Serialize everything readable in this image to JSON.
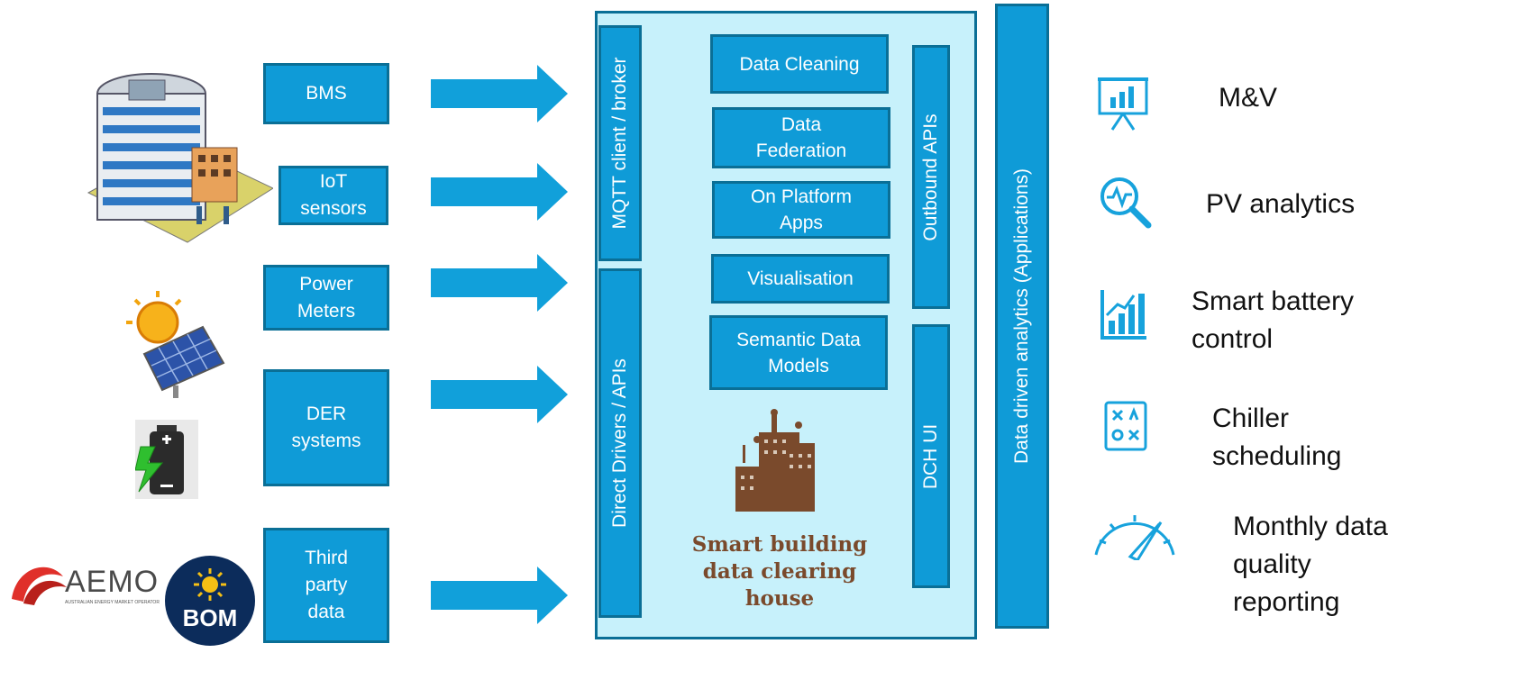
{
  "sources": [
    {
      "label": "BMS"
    },
    {
      "label": "IoT\nsensors"
    },
    {
      "label": "Power\nMeters"
    },
    {
      "label": "DER\nsystems"
    },
    {
      "label": "Third\nparty\ndata"
    }
  ],
  "logos": {
    "aemo": "AEMO",
    "aemo_sub": "AUSTRALIAN ENERGY MARKET OPERATOR",
    "bom": "BOM"
  },
  "platform": {
    "mqtt": "MQTT client / broker",
    "drivers": "Direct Drivers / APIs",
    "outbound": "Outbound APIs",
    "dch_ui": "DCH UI",
    "modules": [
      {
        "label": "Data Cleaning"
      },
      {
        "label": "Data\nFederation"
      },
      {
        "label": "On Platform\nApps"
      },
      {
        "label": "Visualisation"
      },
      {
        "label": "Semantic Data\nModels"
      }
    ],
    "title": "Smart building\ndata clearing house"
  },
  "analytics_bar": "Data driven analytics (Applications)",
  "applications": [
    {
      "label": "M&V",
      "icon": "presentation-chart-icon"
    },
    {
      "label": "PV analytics",
      "icon": "magnifier-pulse-icon"
    },
    {
      "label": "Smart battery\ncontrol",
      "icon": "growth-chart-icon"
    },
    {
      "label": "Chiller\nscheduling",
      "icon": "strategy-board-icon"
    },
    {
      "label": "Monthly data\nquality\nreporting",
      "icon": "gauge-icon"
    }
  ],
  "colors": {
    "accent": "#0f9bd7",
    "border": "#0a6f96",
    "platform_bg": "#c7f1fb",
    "title_brown": "#7a4a2c"
  }
}
